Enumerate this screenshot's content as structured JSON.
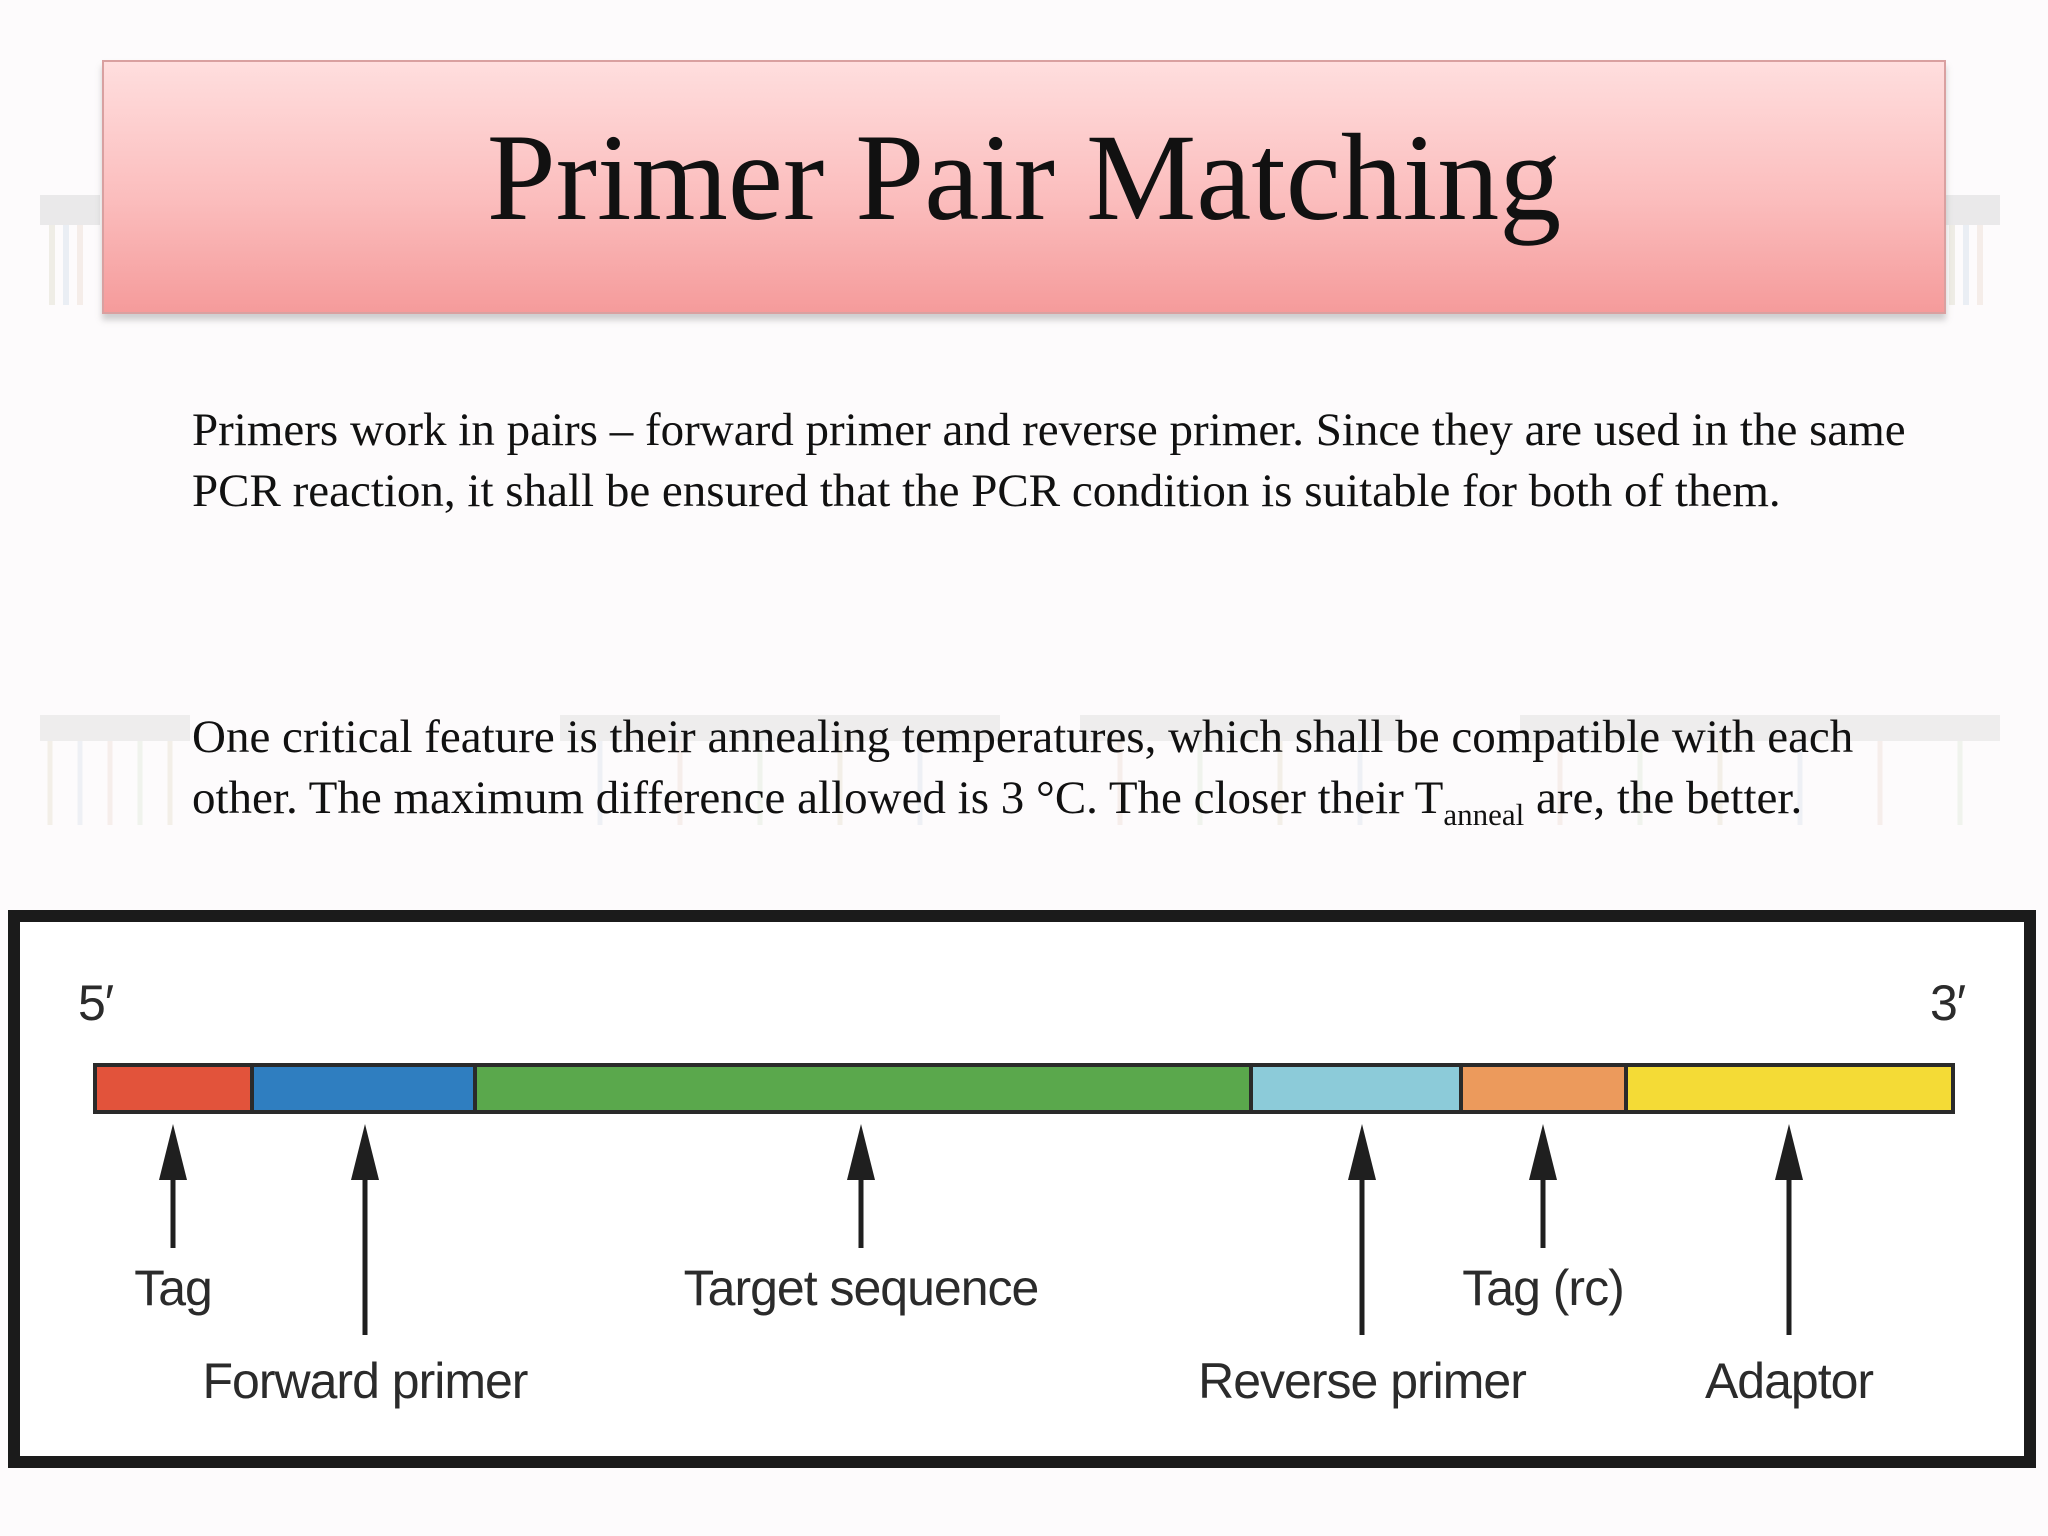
{
  "slide": {
    "title": "Primer Pair Matching",
    "paragraph1": "Primers work in pairs – forward primer and reverse primer. Since they are used in the same PCR reaction, it shall be ensured that the PCR condition is suitable for both of them.",
    "paragraph2_main": "One critical feature is their annealing temperatures, which shall be compatible with each other. The maximum difference allowed is 3 °C. The closer their T",
    "paragraph2_subscript": "anneal",
    "paragraph2_end": " are, the better."
  },
  "diagram": {
    "end_5_label": "5′",
    "end_3_label": "3′",
    "segments": [
      {
        "name": "tag",
        "color": "#e2533b",
        "label": "Tag"
      },
      {
        "name": "forward-primer",
        "color": "#2f7ec0",
        "label": "Forward primer"
      },
      {
        "name": "target-sequence",
        "color": "#5aa84c",
        "label": "Target sequence"
      },
      {
        "name": "reverse-primer",
        "color": "#8ccbd9",
        "label": "Reverse primer"
      },
      {
        "name": "tag-rc",
        "color": "#ec9a5c",
        "label": "Tag (rc)"
      },
      {
        "name": "adaptor",
        "color": "#f4db36",
        "label": "Adaptor"
      }
    ],
    "border_color": "#1b1b1b",
    "background_color": "#ffffff"
  },
  "colors": {
    "title_gradient_top": "#ffdede",
    "title_gradient_bottom": "#f59b9b",
    "text": "#111111"
  }
}
